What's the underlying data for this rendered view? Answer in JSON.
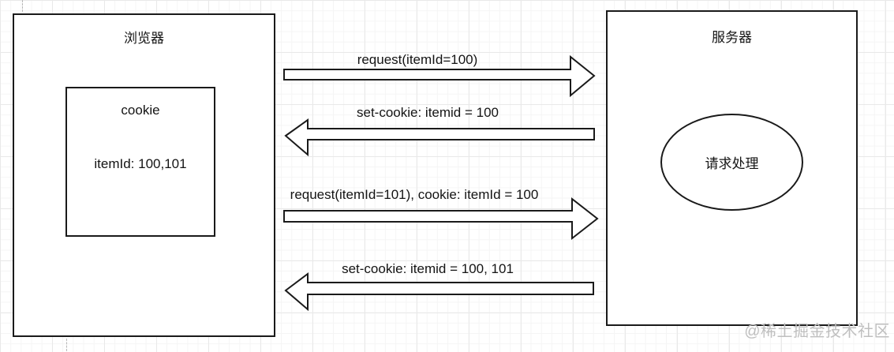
{
  "diagram": {
    "browser_box": {
      "title": "浏览器"
    },
    "cookie_box": {
      "title": "cookie",
      "value": "itemId: 100,101"
    },
    "server_box": {
      "title": "服务器"
    },
    "process_ellipse": {
      "label": "请求处理"
    },
    "messages": [
      {
        "direction": "right",
        "label": "request(itemId=100)"
      },
      {
        "direction": "left",
        "label": "set-cookie: itemid = 100"
      },
      {
        "direction": "right",
        "label": "request(itemId=101), cookie: itemId = 100"
      },
      {
        "direction": "left",
        "label": "set-cookie: itemid = 100, 101"
      }
    ],
    "watermark": "@稀土掘金技术社区",
    "colors": {
      "stroke": "#1a1a1a",
      "shape_fill": "#ffffff",
      "watermark": "#bfbfbf"
    }
  }
}
